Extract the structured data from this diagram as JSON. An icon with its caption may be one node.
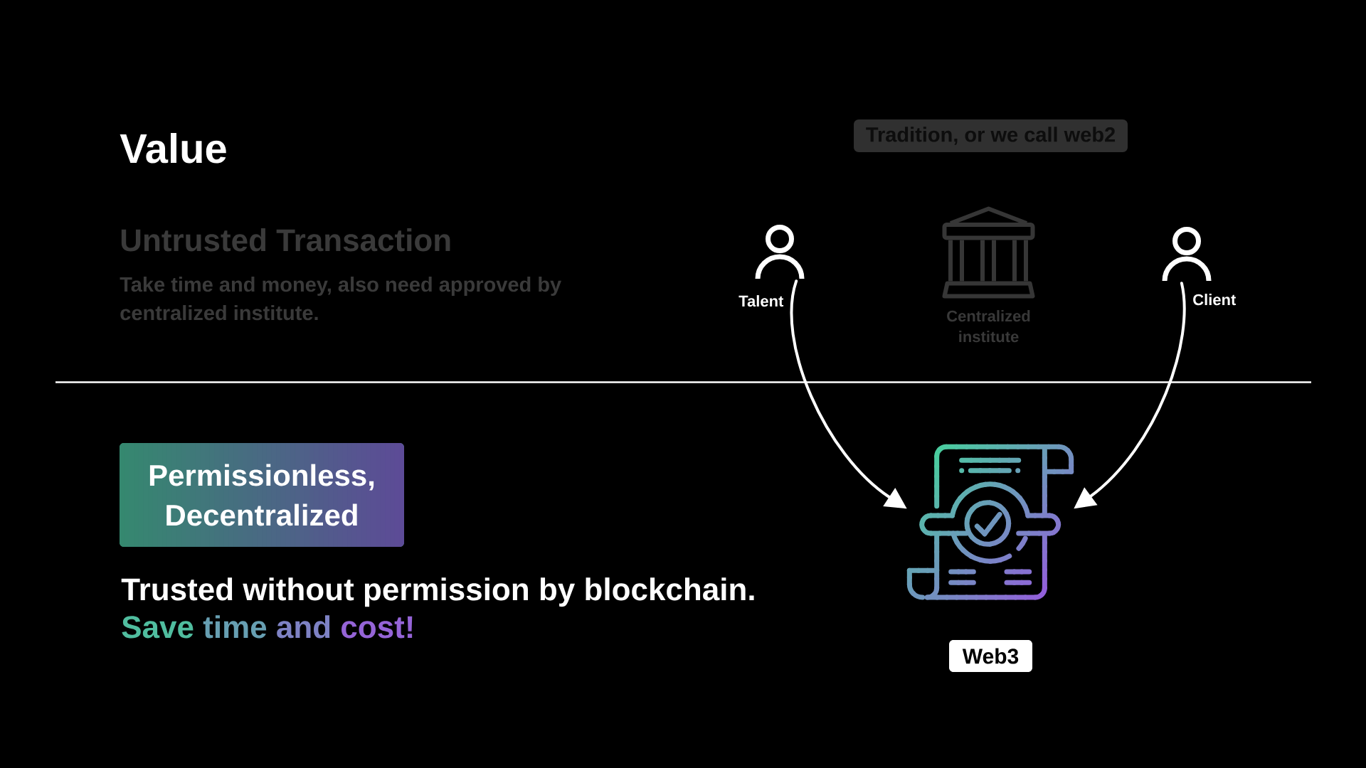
{
  "diagram": {
    "title": "Value",
    "nodes": [
      {
        "text": [
          "Tradition, or we call web2"
        ]
      },
      {
        "text": [],
        "shape": "person",
        "beside": [
          "Talent"
        ]
      },
      {
        "text": [],
        "shape": "picture",
        "beside": [
          "Centralized institute"
        ]
      },
      {
        "text": [],
        "shape": "person",
        "beside": [
          "Client"
        ]
      },
      {
        "text": [
          "Permissionless, Decentralized"
        ]
      },
      {
        "text": [],
        "shape": "picture"
      },
      {
        "text": [
          "Web3"
        ]
      }
    ],
    "edges": [
      {
        "from": 1,
        "to": 5,
        "arrow": "to"
      },
      {
        "from": 3,
        "to": 5,
        "arrow": "to"
      }
    ],
    "labels": [
      "Untrusted Transaction",
      "Take time and money, also need approved by centralized institute.",
      "Trusted without permission by blockchain.",
      "Save time and cost!"
    ]
  }
}
